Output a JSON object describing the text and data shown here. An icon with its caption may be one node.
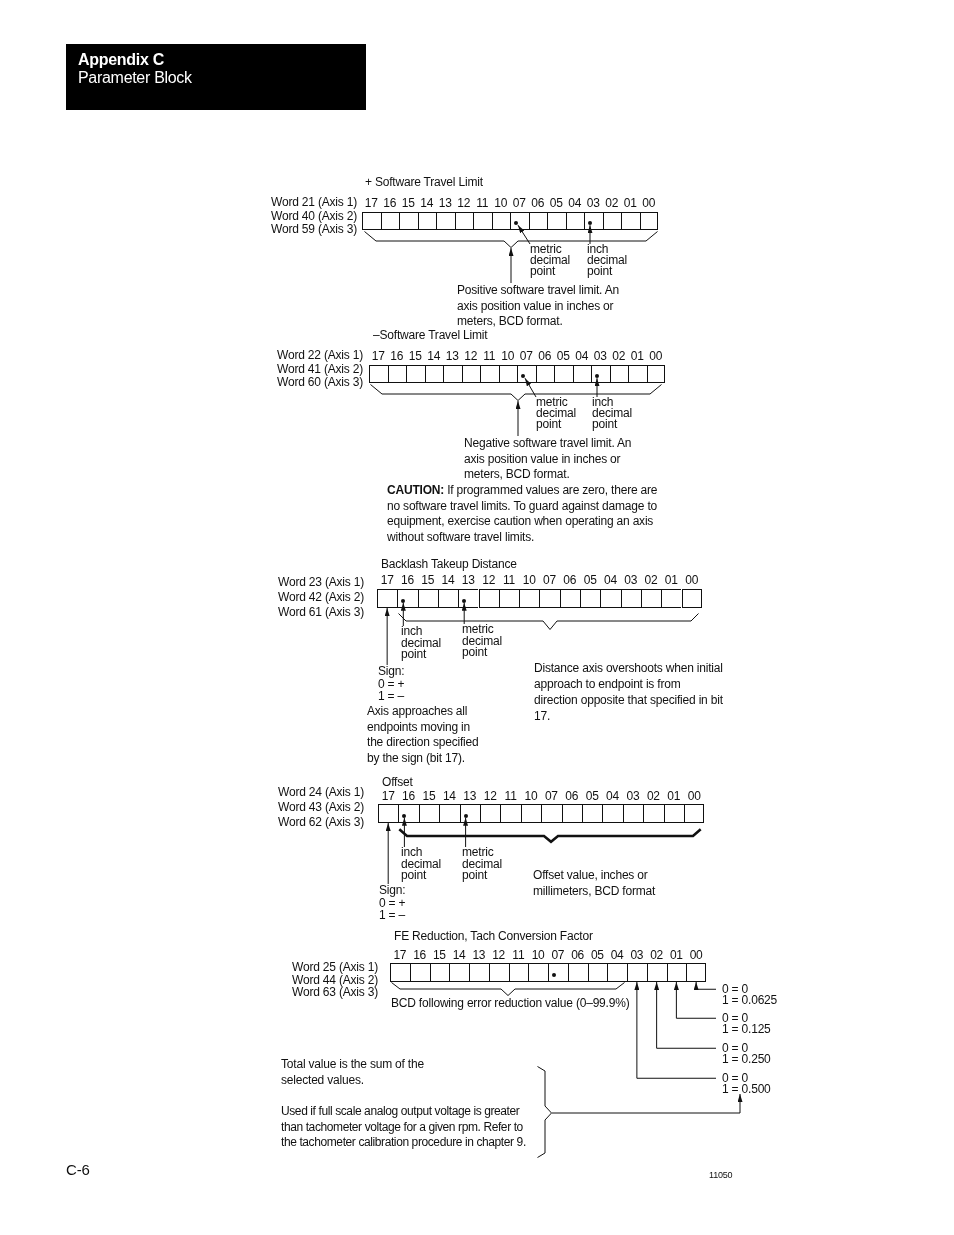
{
  "diagram": {
    "nodes": [
      {
        "text": [
          "+ Software Travel Limit"
        ],
        "beside": [
          "Word 21 (Axis 1)",
          "Word 40 (Axis 2)",
          "Word 59 (Axis 3)"
        ]
      },
      {
        "text": [
          "17"
        ],
        "in": 0
      },
      {
        "text": [
          "16"
        ],
        "in": 0
      },
      {
        "text": [
          "15"
        ],
        "in": 0
      },
      {
        "text": [
          "14"
        ],
        "in": 0
      },
      {
        "text": [
          "13"
        ],
        "in": 0
      },
      {
        "text": [
          "12"
        ],
        "in": 0
      },
      {
        "text": [
          "11"
        ],
        "in": 0
      },
      {
        "text": [
          "10"
        ],
        "in": 0
      },
      {
        "text": [
          "07"
        ],
        "in": 0
      },
      {
        "text": [
          "06"
        ],
        "in": 0
      },
      {
        "text": [
          "05"
        ],
        "in": 0
      },
      {
        "text": [
          "04"
        ],
        "in": 0
      },
      {
        "text": [
          "03"
        ],
        "in": 0
      },
      {
        "text": [
          "02"
        ],
        "in": 0
      },
      {
        "text": [
          "01"
        ],
        "in": 0
      },
      {
        "text": [
          "00"
        ],
        "in": 0
      },
      {
        "text": [],
        "shape": "dot",
        "in": 9
      },
      {
        "text": [],
        "shape": "dot",
        "in": 13
      },
      {
        "text": [],
        "shape": "brace"
      },
      {
        "text": [
          "metric decimal point"
        ]
      },
      {
        "text": [
          "inch decimal point"
        ]
      },
      {
        "text": [
          "Positive software travel limit. An axis position value in inches or meters, BCD format."
        ]
      },
      {
        "text": [
          "–Software Travel Limit"
        ],
        "beside": [
          "Word 22 (Axis 1)",
          "Word 41 (Axis 2)",
          "Word 60 (Axis 3)"
        ]
      },
      {
        "text": [
          "17"
        ],
        "in": 23
      },
      {
        "text": [
          "16"
        ],
        "in": 23
      },
      {
        "text": [
          "15"
        ],
        "in": 23
      },
      {
        "text": [
          "14"
        ],
        "in": 23
      },
      {
        "text": [
          "13"
        ],
        "in": 23
      },
      {
        "text": [
          "12"
        ],
        "in": 23
      },
      {
        "text": [
          "11"
        ],
        "in": 23
      },
      {
        "text": [
          "10"
        ],
        "in": 23
      },
      {
        "text": [
          "07"
        ],
        "in": 23
      },
      {
        "text": [
          "06"
        ],
        "in": 23
      },
      {
        "text": [
          "05"
        ],
        "in": 23
      },
      {
        "text": [
          "04"
        ],
        "in": 23
      },
      {
        "text": [
          "03"
        ],
        "in": 23
      },
      {
        "text": [
          "02"
        ],
        "in": 23
      },
      {
        "text": [
          "01"
        ],
        "in": 23
      },
      {
        "text": [
          "00"
        ],
        "in": 23
      },
      {
        "text": [],
        "shape": "dot",
        "in": 32
      },
      {
        "text": [],
        "shape": "dot",
        "in": 36
      },
      {
        "text": [],
        "shape": "brace"
      },
      {
        "text": [
          "metric decimal point"
        ]
      },
      {
        "text": [
          "inch decimal point"
        ]
      },
      {
        "text": [
          "Negative software travel limit. An axis position value in inches or meters, BCD format."
        ]
      },
      {
        "text": [
          "Backlash Takeup Distance"
        ],
        "beside": [
          "Word 23 (Axis 1)",
          "Word 42 (Axis 2)",
          "Word 61 (Axis 3)"
        ]
      },
      {
        "text": [
          "17"
        ],
        "in": 46
      },
      {
        "text": [
          "16"
        ],
        "in": 46
      },
      {
        "text": [
          "15"
        ],
        "in": 46
      },
      {
        "text": [
          "14"
        ],
        "in": 46
      },
      {
        "text": [
          "13"
        ],
        "in": 46
      },
      {
        "text": [
          "12"
        ],
        "in": 46
      },
      {
        "text": [
          "11"
        ],
        "in": 46
      },
      {
        "text": [
          "10"
        ],
        "in": 46
      },
      {
        "text": [
          "07"
        ],
        "in": 46
      },
      {
        "text": [
          "06"
        ],
        "in": 46
      },
      {
        "text": [
          "05"
        ],
        "in": 46
      },
      {
        "text": [
          "04"
        ],
        "in": 46
      },
      {
        "text": [
          "03"
        ],
        "in": 46
      },
      {
        "text": [
          "02"
        ],
        "in": 46
      },
      {
        "text": [
          "01"
        ],
        "in": 46
      },
      {
        "text": [
          "00"
        ],
        "in": 46
      },
      {
        "text": [],
        "shape": "dot",
        "in": 48
      },
      {
        "text": [],
        "shape": "dot",
        "in": 51
      },
      {
        "text": [],
        "shape": "brace",
        "beside": [
          "Distance axis overshoots when initial approach to endpoint is from direction opposite that specified in bit 17."
        ]
      },
      {
        "text": [
          "inch decimal point"
        ]
      },
      {
        "text": [
          "metric decimal point"
        ]
      },
      {
        "text": [
          "Sign:",
          "0 = +",
          "1 = –"
        ],
        "beside": [
          "Axis approaches all endpoints moving in the direction specified by the sign (bit 17)."
        ]
      },
      {
        "text": [
          "Offset"
        ],
        "beside": [
          "Word 24 (Axis 1)",
          "Word 43 (Axis 2)",
          "Word 62 (Axis 3)"
        ]
      },
      {
        "text": [
          "17"
        ],
        "in": 69
      },
      {
        "text": [
          "16"
        ],
        "in": 69
      },
      {
        "text": [
          "15"
        ],
        "in": 69
      },
      {
        "text": [
          "14"
        ],
        "in": 69
      },
      {
        "text": [
          "13"
        ],
        "in": 69
      },
      {
        "text": [
          "12"
        ],
        "in": 69
      },
      {
        "text": [
          "11"
        ],
        "in": 69
      },
      {
        "text": [
          "10"
        ],
        "in": 69
      },
      {
        "text": [
          "07"
        ],
        "in": 69
      },
      {
        "text": [
          "06"
        ],
        "in": 69
      },
      {
        "text": [
          "05"
        ],
        "in": 69
      },
      {
        "text": [
          "04"
        ],
        "in": 69
      },
      {
        "text": [
          "03"
        ],
        "in": 69
      },
      {
        "text": [
          "02"
        ],
        "in": 69
      },
      {
        "text": [
          "01"
        ],
        "in": 69
      },
      {
        "text": [
          "00"
        ],
        "in": 69
      },
      {
        "text": [],
        "shape": "dot",
        "in": 71
      },
      {
        "text": [],
        "shape": "dot",
        "in": 74
      },
      {
        "text": [],
        "shape": "brace",
        "beside": [
          "Offset value, inches or millimeters, BCD format"
        ]
      },
      {
        "text": [
          "inch decimal point"
        ]
      },
      {
        "text": [
          "metric decimal point"
        ]
      },
      {
        "text": [
          "Sign:",
          "0 = +",
          "1 = –"
        ]
      },
      {
        "text": [
          "FE Reduction, Tach Conversion Factor"
        ],
        "beside": [
          "Word 25 (Axis 1)",
          "Word 44 (Axis 2)",
          "Word 63 (Axis 3)"
        ]
      },
      {
        "text": [
          "17"
        ],
        "in": 92
      },
      {
        "text": [
          "16"
        ],
        "in": 92
      },
      {
        "text": [
          "15"
        ],
        "in": 92
      },
      {
        "text": [
          "14"
        ],
        "in": 92
      },
      {
        "text": [
          "13"
        ],
        "in": 92
      },
      {
        "text": [
          "12"
        ],
        "in": 92
      },
      {
        "text": [
          "11"
        ],
        "in": 92
      },
      {
        "text": [
          "10"
        ],
        "in": 92
      },
      {
        "text": [
          "07"
        ],
        "in": 92
      },
      {
        "text": [
          "06"
        ],
        "in": 92
      },
      {
        "text": [
          "05"
        ],
        "in": 92
      },
      {
        "text": [
          "04"
        ],
        "in": 92
      },
      {
        "text": [
          "03"
        ],
        "in": 92
      },
      {
        "text": [
          "02"
        ],
        "in": 92
      },
      {
        "text": [
          "01"
        ],
        "in": 92
      },
      {
        "text": [
          "00"
        ],
        "in": 92
      },
      {
        "text": [],
        "shape": "dot",
        "in": 101
      },
      {
        "text": [],
        "shape": "brace",
        "beside": [
          "BCD following error reduction value (0–99.9%)"
        ]
      },
      {
        "text": [
          "0 = 0",
          "1 = 0.0625"
        ]
      },
      {
        "text": [
          "0 = 0",
          "1 = 0.125"
        ]
      },
      {
        "text": [
          "0 = 0",
          "1 = 0.250"
        ]
      },
      {
        "text": [
          "0 = 0",
          "1 = 0.500"
        ]
      },
      {
        "text": [],
        "shape": "brace",
        "beside": [
          "Total value is the sum of the selected values.",
          "Used if full scale analog output voltage is greater than tachometer voltage for a given rpm. Refer to the tachometer calibration procedure in chapter 9."
        ]
      }
    ],
    "edges": [
      {
        "from": 20,
        "to": 17,
        "arrow": "to"
      },
      {
        "from": 21,
        "to": 18,
        "arrow": "to"
      },
      {
        "from": 22,
        "to": 19,
        "arrow": "to"
      },
      {
        "from": 43,
        "to": 40,
        "arrow": "to"
      },
      {
        "from": 44,
        "to": 41,
        "arrow": "to"
      },
      {
        "from": 45,
        "to": 42,
        "arrow": "to"
      },
      {
        "from": 66,
        "to": 63,
        "arrow": "to"
      },
      {
        "from": 67,
        "to": 64,
        "arrow": "to"
      },
      {
        "from": 68,
        "to": 47,
        "arrow": "to"
      },
      {
        "from": 89,
        "to": 86,
        "arrow": "to"
      },
      {
        "from": 90,
        "to": 87,
        "arrow": "to"
      },
      {
        "from": 91,
        "to": 70,
        "arrow": "to"
      },
      {
        "from": 111,
        "to": 108,
        "arrow": "to"
      },
      {
        "from": 112,
        "to": 107,
        "arrow": "to"
      },
      {
        "from": 113,
        "to": 106,
        "arrow": "to"
      },
      {
        "from": 114,
        "to": 105,
        "arrow": "to"
      },
      {
        "from": 115,
        "to": 114,
        "arrow": "to"
      }
    ],
    "labels": [
      "Appendix C",
      "Parameter Block",
      "**CAUTION:** If programmed values are zero, there are no software travel limits. To guard against damage to equipment, exercise caution when operating an axis without software travel limits.",
      "C-6",
      "11050"
    ]
  }
}
